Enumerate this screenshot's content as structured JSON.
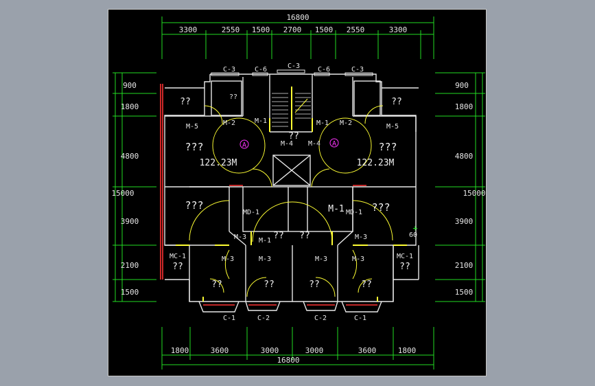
{
  "colors": {
    "background": "#000000",
    "frame": "#9aa1ab",
    "dimension_lines": "#22dd22",
    "walls": "#e8e8e8",
    "doors": "#ffff33",
    "windows": "#ff3333",
    "axis_markers": "#ff33ff"
  },
  "dims": {
    "top_total": "16800",
    "top_segments": [
      "3300",
      "2550",
      "1500",
      "2700",
      "1500",
      "2550",
      "3300"
    ],
    "bottom_total": "16800",
    "bottom_segments": [
      "1800",
      "3600",
      "3000",
      "3000",
      "3600",
      "1800"
    ],
    "left_total": "15000",
    "left_segments": [
      "900",
      "1800",
      "4800",
      "3900",
      "2100",
      "1500"
    ],
    "right_total": "15000",
    "right_segments": [
      "900",
      "1800",
      "4800",
      "3900",
      "2100",
      "1500"
    ]
  },
  "windows": {
    "top": [
      "C-3",
      "C-6",
      "C-3",
      "C-6",
      "C-3"
    ],
    "bottom": [
      "C-1",
      "C-2",
      "C-2",
      "C-1"
    ]
  },
  "doors": {
    "m5_left": "M-5",
    "m2_left": "M-2",
    "m1_left": "M-1",
    "m1_right": "M-1",
    "m2_right": "M-2",
    "m5_right": "M-5",
    "m4_left": "M-4",
    "m4_right": "M-4",
    "md1_left": "MD-1",
    "md1_right": "MD-1",
    "m1_center_left": "M-1",
    "m1_center_right": "M-1",
    "m3_a": "M-3",
    "m3_b": "M-3",
    "m3_c": "M-3",
    "m3_d": "M-3",
    "m3_e": "M-3",
    "m3_f": "M-3",
    "mc1_left": "MC-1",
    "mc1_right": "MC-1"
  },
  "rooms": {
    "q2": "??",
    "q3": "???",
    "area_left": "122.23M",
    "area_right": "122.23M",
    "stair_mark": "??",
    "axis_a_left": "A",
    "axis_a_right": "A",
    "angle_note": "60"
  }
}
